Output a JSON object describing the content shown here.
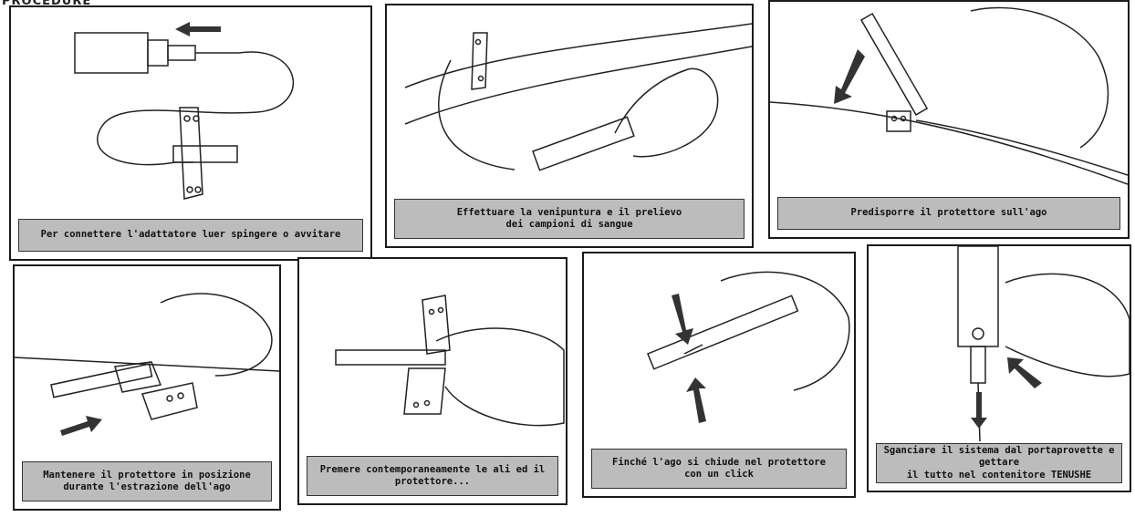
{
  "header": {
    "title": "PROCEDURE"
  },
  "steps": [
    {
      "caption": "Per connettere l'adattatore luer spingere o avvitare"
    },
    {
      "caption_line1": "Effettuare la venipuntura e il prelievo",
      "caption_line2": "dei campioni di sangue"
    },
    {
      "caption": "Predisporre il protettore sull'ago"
    },
    {
      "caption_line1": "Mantenere il protettore in posizione",
      "caption_line2": "durante l'estrazione dell'ago"
    },
    {
      "caption_line1": "Premere contemporaneamente le ali ed il",
      "caption_line2": "protettore..."
    },
    {
      "caption_line1": "Finché l'ago si chiude nel protettore",
      "caption_line2": "con un click"
    },
    {
      "caption_line1": "Sganciare il sistema dal portaprovette e gettare",
      "caption_line2": "il tutto nel contenitore TENUSHE"
    }
  ],
  "colors": {
    "caption_bg": "#bcbcbc",
    "border": "#1a1a1a",
    "arrow": "#333333"
  },
  "icons": [
    "arrow-left-icon",
    "arrow-down-icon",
    "arrow-right-icon",
    "arrow-up-icon"
  ]
}
